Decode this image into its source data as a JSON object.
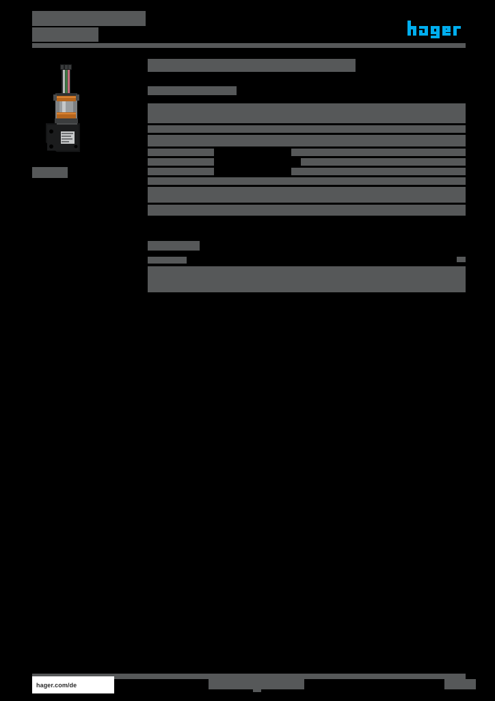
{
  "document": {
    "type": "product-datasheet",
    "brand": "hager",
    "redaction_color": "#565859",
    "background_color": "#000000",
    "page_color": "#000000"
  },
  "header": {
    "title_line1": "",
    "title_line2": "",
    "logo_text": "hager",
    "logo_color": "#00AEEF"
  },
  "product": {
    "caption": "",
    "image_alt": "product-photo"
  },
  "content": {
    "page_heading": "",
    "section_label": ""
  },
  "spec_table": {
    "rows": [
      {
        "label": "",
        "value": "",
        "height": 29,
        "value_indent": 0,
        "split": false
      },
      {
        "label": "",
        "value": "",
        "height": 11,
        "value_indent": 0,
        "split": false
      },
      {
        "label": "",
        "value": "",
        "height": 17,
        "value_indent": 0,
        "split": false
      },
      {
        "label": "",
        "value": "",
        "height": 11,
        "value_indent": 113,
        "split": true
      },
      {
        "label": "",
        "value": "",
        "height": 11,
        "value_indent": 127,
        "split": true
      },
      {
        "label": "",
        "value": "",
        "height": 11,
        "value_indent": 113,
        "split": true
      },
      {
        "label": "",
        "value": "",
        "height": 11,
        "value_indent": 0,
        "split": false
      },
      {
        "label": "",
        "value": "",
        "height": 23,
        "value_indent": 0,
        "split": false
      },
      {
        "label": "",
        "value": "",
        "height": 16,
        "value_indent": 0,
        "split": false
      }
    ]
  },
  "bottom_section": {
    "heading": "",
    "subheading": "",
    "body": ""
  },
  "footer": {
    "url": "hager.com/de",
    "center_text": "",
    "page_number": ""
  }
}
